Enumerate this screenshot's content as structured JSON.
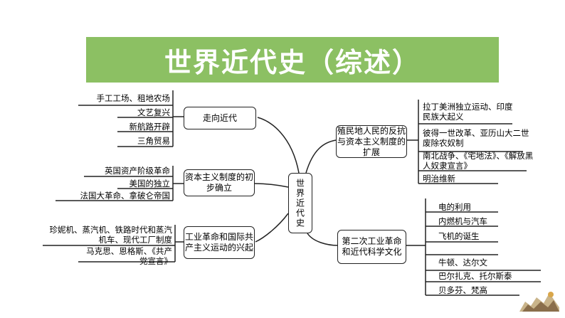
{
  "title": "世界近代史（综述）",
  "center": "世界近代史",
  "left": [
    {
      "label": "走向近代",
      "leaves": [
        "手工工场、租地农场",
        "文艺复兴",
        "新航路开辟",
        "三角贸易"
      ]
    },
    {
      "label": "资本主义制度的初步确立",
      "leaves": [
        "英国资产阶级革命",
        "美国的独立",
        "法国大革命、拿破仑帝国"
      ]
    },
    {
      "label": "工业革命和国际共产主义运动的兴起",
      "leaves": [
        "珍妮机、蒸汽机、铁路时代和蒸汽机车、现代工厂制度",
        "马克思、恩格斯、《共产党宣言》"
      ]
    }
  ],
  "right": [
    {
      "label": "殖民地人民的反抗与资本主义制度的扩展",
      "leaves": [
        "拉丁美洲独立运动、印度民族大起义",
        "彼得一世改革、亚历山大二世废除农奴制",
        "南北战争、《宅地法》、《解放黑人奴隶宣言》",
        "明治维新"
      ]
    },
    {
      "label": "第二次工业革命和近代科学文化",
      "leaves": [
        "电的利用",
        "内燃机与汽车",
        "飞机的诞生",
        "牛顿、达尔文",
        "巴尔扎克、托尔斯泰",
        "贝多芬、梵高"
      ]
    }
  ]
}
